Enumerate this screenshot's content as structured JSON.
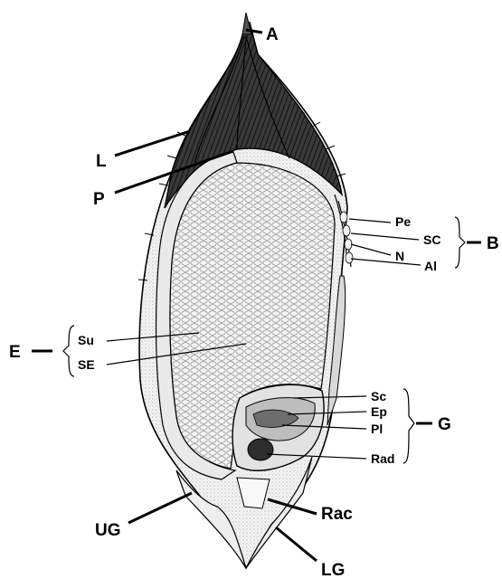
{
  "labels": {
    "A": "A",
    "L": "L",
    "P": "P",
    "Pe": "Pe",
    "SC": "SC",
    "N": "N",
    "Al": "Al",
    "B": "B",
    "E": "E",
    "Su": "Su",
    "SE": "SE",
    "Sc": "Sc",
    "Ep": "Ep",
    "Pl": "Pl",
    "Rad": "Rad",
    "G": "G",
    "UG": "UG",
    "Rac": "Rac",
    "LG": "LG"
  },
  "colors": {
    "ink": "#000000",
    "paper": "#ffffff",
    "hull_dark": "#2a2a2a",
    "endosperm": "#f1f1f1",
    "embryo": "#9a9a9a",
    "glume": "#e6e6e6"
  }
}
